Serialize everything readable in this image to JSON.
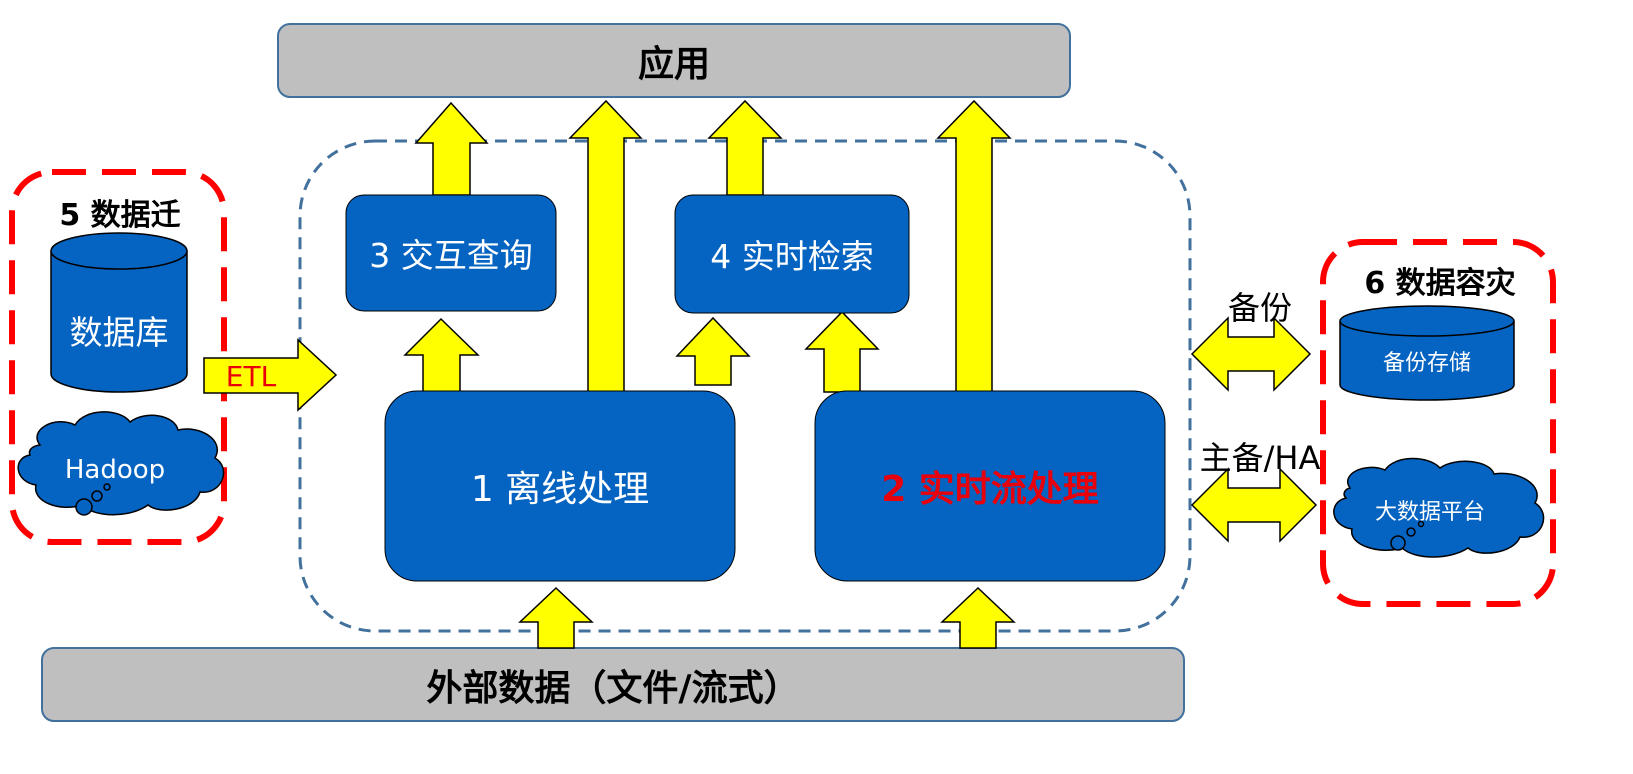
{
  "top_bar": {
    "label": "应用"
  },
  "bottom_bar": {
    "label": "外部数据（文件/流式）"
  },
  "modules": {
    "interactive_query": {
      "label": "3 交互查询"
    },
    "realtime_search": {
      "label": "4 实时检索"
    },
    "offline_processing": {
      "label": "1 离线处理"
    },
    "stream_processing": {
      "label": "2 实时流处理"
    }
  },
  "migration": {
    "title": "5 数据迁",
    "database": "数据库",
    "hadoop": "Hadoop",
    "etl": "ETL"
  },
  "disaster_recovery": {
    "title": "6 数据容灾",
    "backup_storage": "备份存储",
    "bigdata_platform": "大数据平台",
    "backup_label": "备份",
    "ha_label": "主备/HA"
  },
  "colors": {
    "box_blue": "#0563c1",
    "arrow_yellow": "#ffff00",
    "bar_gray": "#bfbfbf",
    "dash_red": "#ff0000",
    "dash_blue": "#41719c",
    "stream_text_red": "#e8000b"
  }
}
